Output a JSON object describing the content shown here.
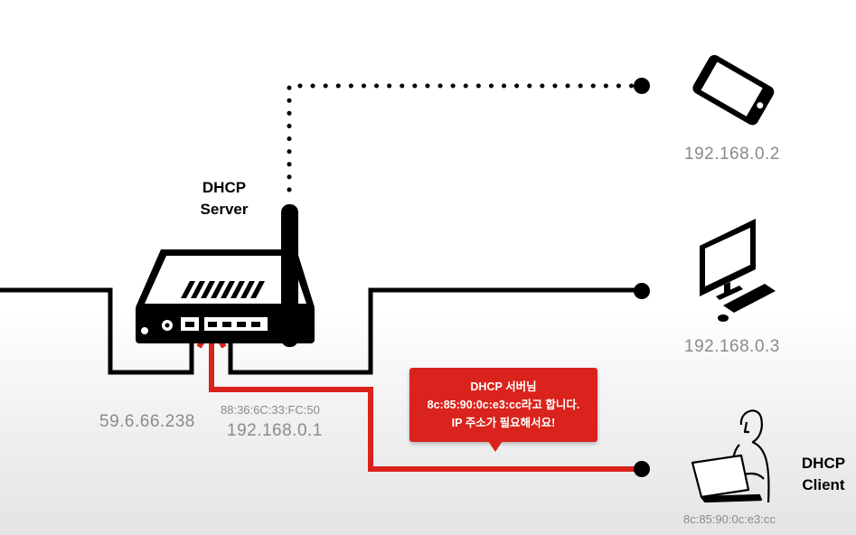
{
  "server": {
    "role_line1": "DHCP",
    "role_line2": "Server",
    "wan_ip": "59.6.66.238",
    "mac": "88:36:6C:33:FC:50",
    "lan_ip": "192.168.0.1"
  },
  "devices": [
    {
      "kind": "smartphone",
      "icon": "smartphone-icon",
      "ip": "192.168.0.2",
      "connection": "wireless"
    },
    {
      "kind": "desktop",
      "icon": "desktop-computer-icon",
      "ip": "192.168.0.3",
      "connection": "wired"
    },
    {
      "kind": "laptop-user",
      "icon": "laptop-user-icon",
      "mac": "8c:85:90:0c:e3:cc",
      "role_line1": "DHCP",
      "role_line2": "Client",
      "connection": "wired"
    }
  ],
  "message": {
    "line1": "DHCP 서버님",
    "line2": "8c:85:90:0c:e3:cc라고 합니다.",
    "line3": "IP 주소가 필요해서요!"
  },
  "colors": {
    "line": "#000000",
    "request": "#d9231c",
    "label_gray": "#8a8a8a"
  }
}
